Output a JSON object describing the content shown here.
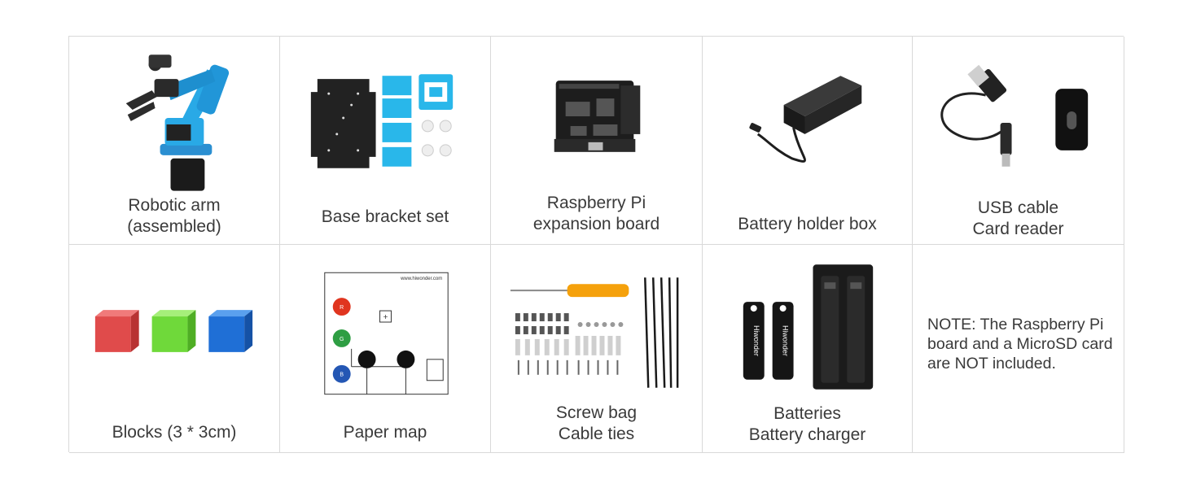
{
  "items": [
    {
      "lines": [
        "Robotic arm",
        "(assembled)"
      ],
      "icon": "robotic-arm"
    },
    {
      "lines": [
        "Base bracket set"
      ],
      "icon": "base-bracket"
    },
    {
      "lines": [
        "Raspberry Pi",
        "expansion board"
      ],
      "icon": "expansion-board"
    },
    {
      "lines": [
        "Battery holder box"
      ],
      "icon": "battery-box"
    },
    {
      "lines": [
        "USB cable",
        "Card reader"
      ],
      "icon": "usb-cable-card-reader"
    },
    {
      "lines": [
        "Blocks (3 * 3cm)"
      ],
      "icon": "color-blocks"
    },
    {
      "lines": [
        "Paper map"
      ],
      "icon": "paper-map"
    },
    {
      "lines": [
        "Screw bag",
        "Cable ties"
      ],
      "icon": "screws-cable-ties"
    },
    {
      "lines": [
        "Batteries",
        "Battery charger"
      ],
      "icon": "batteries-charger"
    }
  ],
  "paper_map": {
    "url": "www.hiwonder.com",
    "circles": [
      "R",
      "G",
      "B"
    ]
  },
  "battery_brand": "Hiwonder",
  "note": "NOTE: The Raspberry Pi board and a MicroSD card are NOT included.",
  "colors": {
    "red": "#e04b4b",
    "green": "#6fd93a",
    "blue": "#1f6fd6",
    "arm_blue": "#29a9e6",
    "orange": "#f5a10c"
  }
}
